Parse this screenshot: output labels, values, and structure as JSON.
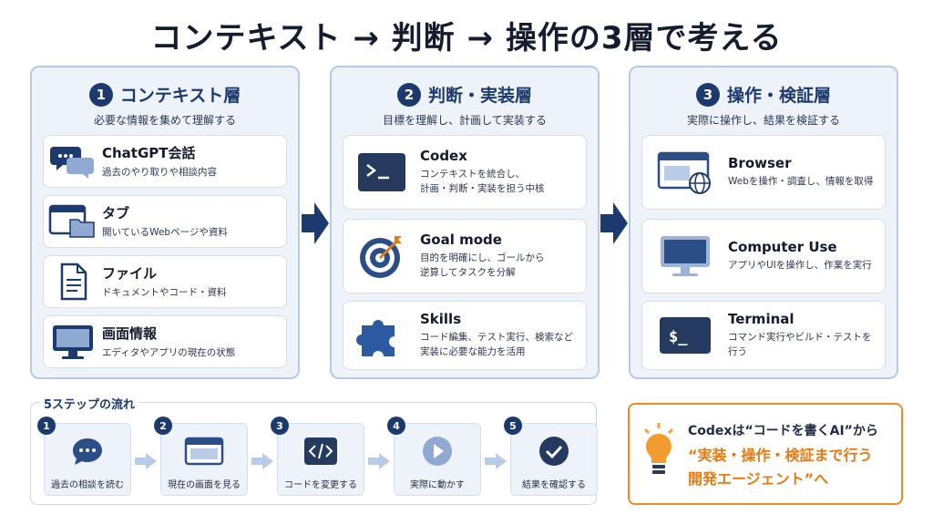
{
  "title": "コンテキスト → 判断 → 操作の3層で考える",
  "colors": {
    "navy": "#1d3a6e",
    "orange": "#e57a12",
    "panel": "#eef3fa",
    "border": "#b8c9e4"
  },
  "columns": [
    {
      "num": "1",
      "title": "コンテキスト層",
      "subtitle": "必要な情報を集めて理解する",
      "cards": [
        {
          "icon": "chat-bubbles-icon",
          "heading": "ChatGPT会話",
          "desc": "過去のやり取りや相談内容"
        },
        {
          "icon": "browser-folder-icon",
          "heading": "タブ",
          "desc": "開いているWebページや資料"
        },
        {
          "icon": "document-icon",
          "heading": "ファイル",
          "desc": "ドキュメントやコード・資料"
        },
        {
          "icon": "monitor-icon",
          "heading": "画面情報",
          "desc": "エディタやアプリの現在の状態"
        }
      ]
    },
    {
      "num": "2",
      "title": "判断・実装層",
      "subtitle": "目標を理解し、計画して実装する",
      "cards": [
        {
          "icon": "terminal-icon",
          "heading": "Codex",
          "desc": "コンテキストを統合し、",
          "desc2": "計画・判断・実装を担う中核"
        },
        {
          "icon": "target-icon",
          "heading": "Goal mode",
          "desc": "目的を明確にし、ゴールから",
          "desc2": "逆算してタスクを分解"
        },
        {
          "icon": "puzzle-icon",
          "heading": "Skills",
          "desc": "コード編集、テスト実行、検索など",
          "desc2": "実装に必要な能力を活用"
        }
      ]
    },
    {
      "num": "3",
      "title": "操作・検証層",
      "subtitle": "実際に操作し、結果を検証する",
      "cards": [
        {
          "icon": "browser-globe-icon",
          "heading": "Browser",
          "desc": "Webを操作・調査し、情報を取得"
        },
        {
          "icon": "computer-icon",
          "heading": "Computer Use",
          "desc": "アプリやUIを操作し、作業を実行"
        },
        {
          "icon": "terminal-dollar-icon",
          "heading": "Terminal",
          "desc": "コマンド実行やビルド・テストを行う"
        }
      ]
    }
  ],
  "flow": {
    "title": "5ステップの流れ",
    "steps": [
      {
        "num": "1",
        "icon": "chat-icon",
        "label": "過去の相談を読む"
      },
      {
        "num": "2",
        "icon": "window-icon",
        "label": "現在の画面を見る"
      },
      {
        "num": "3",
        "icon": "code-icon",
        "label": "コードを変更する"
      },
      {
        "num": "4",
        "icon": "play-icon",
        "label": "実際に動かす"
      },
      {
        "num": "5",
        "icon": "check-icon",
        "label": "結果を確認する"
      }
    ]
  },
  "callout": {
    "line1": "Codexは“コードを書くAI”から",
    "line2": "“実装・操作・検証まで行う",
    "line3": "開発エージェント”へ"
  }
}
